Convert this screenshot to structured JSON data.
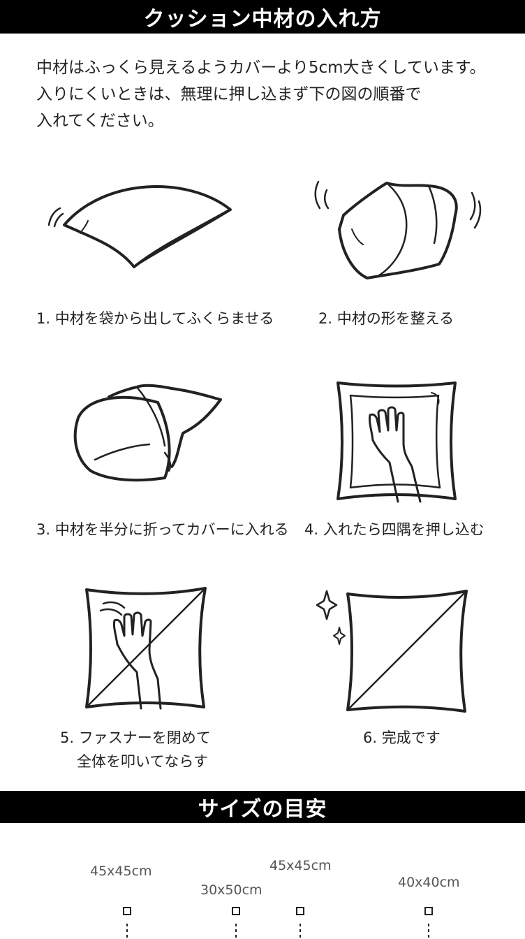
{
  "header": {
    "title": "クッション中材の入れ方"
  },
  "intro": {
    "line1": "中材はふっくら見えるようカバーより5cm大きくしています。",
    "line2": "入りにくいときは、無理に押し込まず下の図の順番で",
    "line3": "入れてください。"
  },
  "steps": [
    {
      "caption": "1. 中材を袋から出してふくらませる",
      "icon": "fluff-pillow-icon"
    },
    {
      "caption": "2. 中材の形を整える",
      "icon": "shake-pillow-icon"
    },
    {
      "caption": "3. 中材を半分に折ってカバーに入れる",
      "icon": "fold-pillow-icon"
    },
    {
      "caption": "4. 入れたら四隅を押し込む",
      "icon": "push-corners-icon"
    },
    {
      "caption_line1": "5. ファスナーを閉めて",
      "caption_line2": "全体を叩いてならす",
      "icon": "pat-cushion-icon"
    },
    {
      "caption": "6. 完成です",
      "icon": "finished-cushion-icon"
    }
  ],
  "size_section": {
    "title": "サイズの目安",
    "labels": [
      "45x45cm",
      "30x50cm",
      "45x45cm",
      "40x40cm"
    ]
  }
}
